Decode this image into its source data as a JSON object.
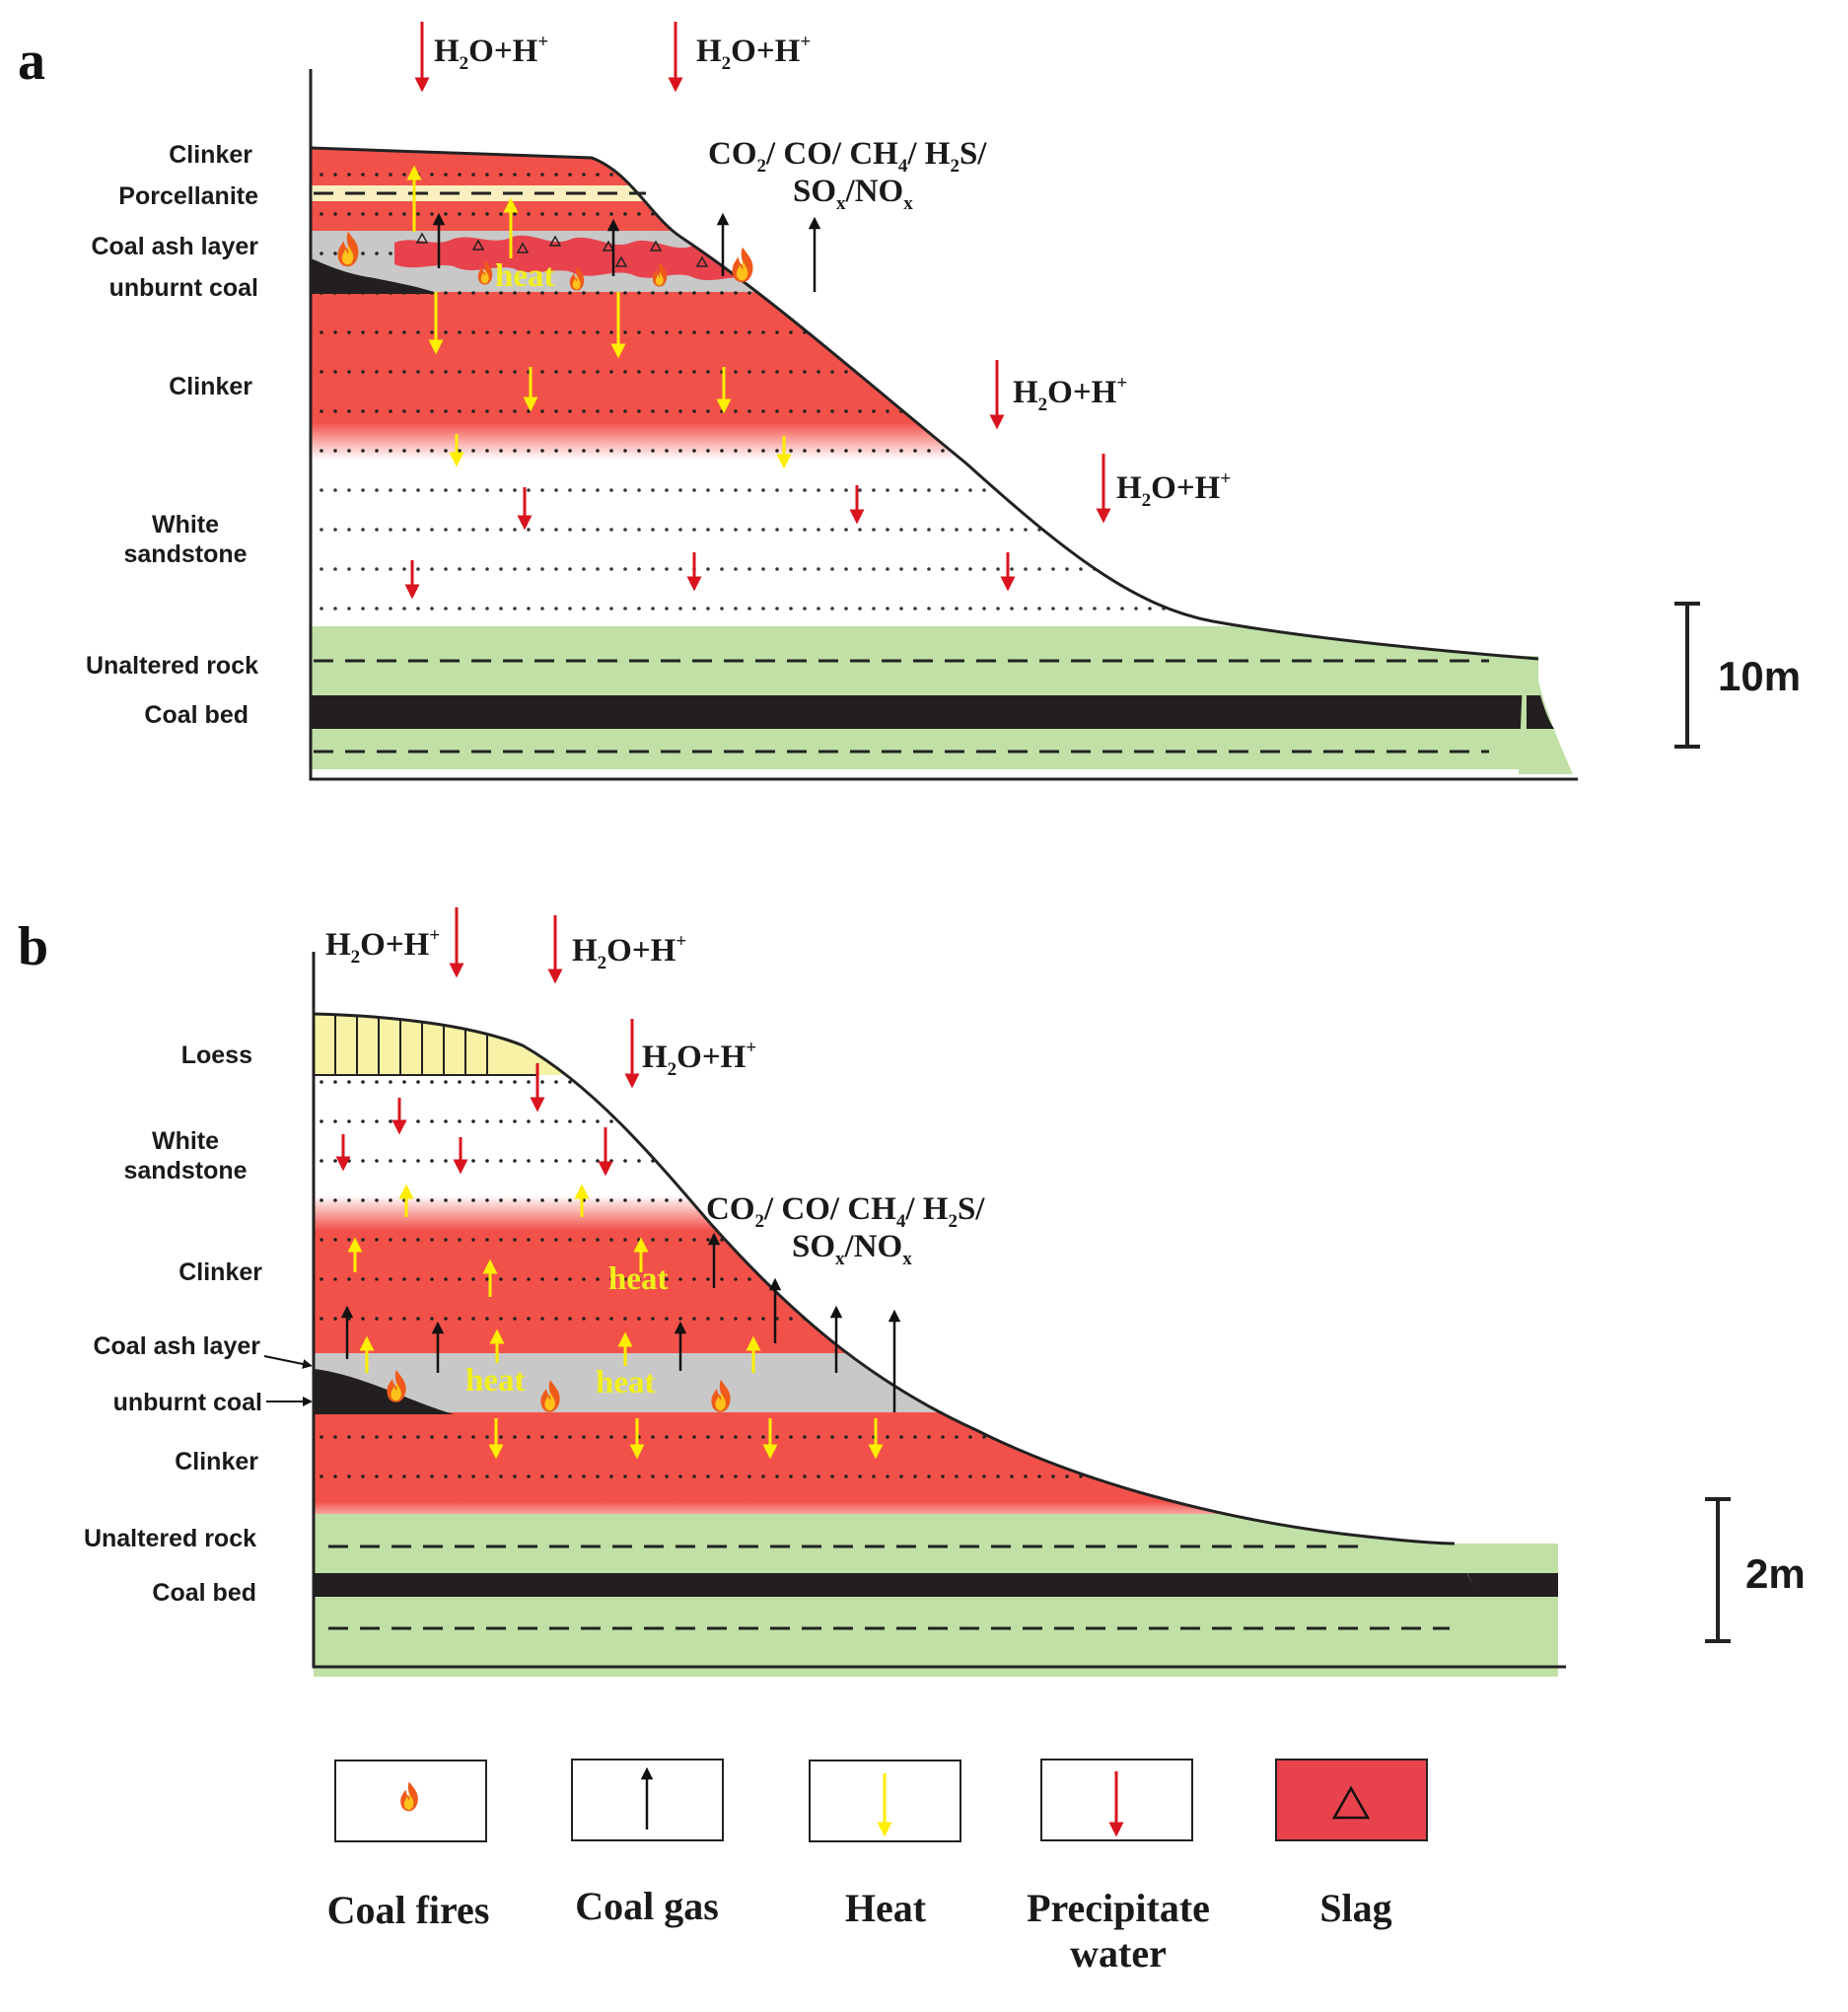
{
  "panel_a": {
    "letter": "a",
    "layers": {
      "clinker_top": "Clinker",
      "porcellanite": "Porcellanite",
      "coal_ash": "Coal ash layer",
      "unburnt_coal": "unburnt coal",
      "clinker_mid": "Clinker",
      "white_sandstone_1": "White",
      "white_sandstone_2": "sandstone",
      "unaltered_rock": "Unaltered rock",
      "coal_bed": "Coal bed"
    },
    "precip": {
      "base": "H",
      "sub": "2",
      "mid": "O+H",
      "sup": "+"
    },
    "gas_line1": [
      "CO",
      "2",
      "/ CO/ CH",
      "4",
      "/ H",
      "2",
      "S/"
    ],
    "gas_line2": [
      "SO",
      "x",
      "/NO",
      "x"
    ],
    "heat": "heat",
    "scale": "10m"
  },
  "panel_b": {
    "letter": "b",
    "layers": {
      "loess": "Loess",
      "white_sandstone_1": "White",
      "white_sandstone_2": "sandstone",
      "clinker_upper": "Clinker",
      "coal_ash": "Coal ash layer",
      "unburnt_coal": "unburnt coal",
      "clinker_lower": "Clinker",
      "unaltered_rock": "Unaltered rock",
      "coal_bed": "Coal bed"
    },
    "heat": "heat",
    "scale": "2m"
  },
  "legend": {
    "coal_fires": "Coal fires",
    "coal_gas": "Coal gas",
    "heat": "Heat",
    "precip_1": "Precipitate",
    "precip_2": "water",
    "slag": "Slag"
  },
  "colors": {
    "clinker": "#f2514a",
    "porcellanite": "#fbefbf",
    "coal_ash": "#c8c8c8",
    "coal": "#231f20",
    "unaltered": "#c0e0a6",
    "loess": "#f7f2a6",
    "slag": "#e8434d",
    "heat_arrow": "#ffee00",
    "water_arrow": "#d9141e"
  }
}
